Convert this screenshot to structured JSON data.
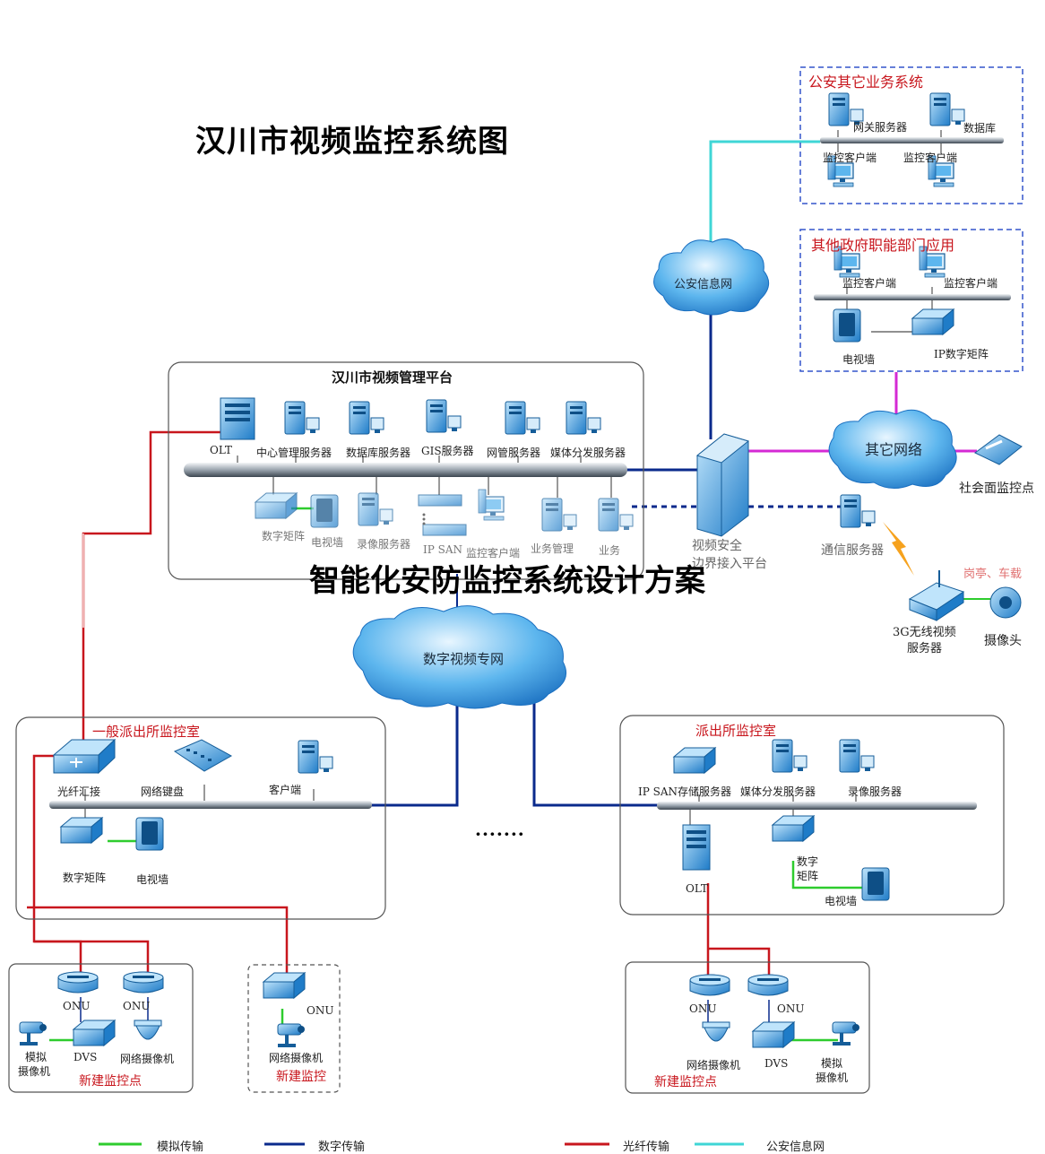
{
  "titles": {
    "main": "汉川市视频监控系统图",
    "overlay": "智能化安防监控系统设计方案",
    "platform": "汉川市视频管理平台"
  },
  "colors": {
    "analog": "#2ecc2e",
    "digital": "#0a2a8c",
    "fiber": "#c8161d",
    "police_net": "#3fd6d6",
    "magenta": "#d42ad4",
    "device_blue": "#2e8fd4"
  },
  "police_box": {
    "title": "公安其它业务系统",
    "gateway": "网关服务器",
    "database": "数据库",
    "client1": "监控客户端",
    "client2": "监控客户端"
  },
  "gov_box": {
    "title": "其他政府职能部门应用",
    "client1": "监控客户端",
    "client2": "监控客户端",
    "tvwall": "电视墙",
    "ipmatrix": "IP数字矩阵"
  },
  "clouds": {
    "police": "公安信息网",
    "other": "其它网络",
    "digital": "数字视频专网"
  },
  "platform": {
    "olt": "OLT",
    "servers": [
      "中心管理服务器",
      "数据库服务器",
      "GIS服务器",
      "网管服务器",
      "媒体分发服务器"
    ],
    "lower": {
      "matrix": "数字矩阵",
      "tvwall": "电视墙",
      "recorder": "录像服务器",
      "ipsan": "IP SAN",
      "client": "监控客户端",
      "bizmgmt": "业务管理",
      "biz": "业务"
    }
  },
  "gateway": {
    "label1": "视频安全",
    "label2": "边界接入平台",
    "comm": "通信服务器",
    "social": "社会面监控点",
    "kiosk": "岗亭、车载",
    "wireless1": "3G无线视频",
    "wireless2": "服务器",
    "camera": "摄像头"
  },
  "left_station": {
    "title": "一般派出所监控室",
    "fiber": "光纤汇接",
    "keyboard": "网络键盘",
    "client": "客户端",
    "matrix": "数字矩阵",
    "tvwall": "电视墙"
  },
  "right_station": {
    "title": "派出所监控室",
    "ipsan": "IP SAN存储服务器",
    "media": "媒体分发服务器",
    "recorder": "录像服务器",
    "olt": "OLT",
    "matrix1": "数字",
    "matrix2": "矩阵",
    "tvwall": "电视墙"
  },
  "dots": "·······",
  "site_left": {
    "onu1": "ONU",
    "onu2": "ONU",
    "analog1": "模拟",
    "analog2": "摄像机",
    "dvs": "DVS",
    "netcam": "网络摄像机",
    "title": "新建监控点"
  },
  "site_mid": {
    "onu": "ONU",
    "netcam": "网络摄像机",
    "title": "新建监控"
  },
  "site_right": {
    "onu1": "ONU",
    "onu2": "ONU",
    "netcam": "网络摄像机",
    "dvs": "DVS",
    "analog1": "模拟",
    "analog2": "摄像机",
    "title": "新建监控点"
  },
  "legend": [
    {
      "label": "模拟传输",
      "color": "#2ecc2e"
    },
    {
      "label": "数字传输",
      "color": "#0a2a8c"
    },
    {
      "label": "光纤传输",
      "color": "#c8161d"
    },
    {
      "label": "公安信息网",
      "color": "#3fd6d6"
    }
  ]
}
